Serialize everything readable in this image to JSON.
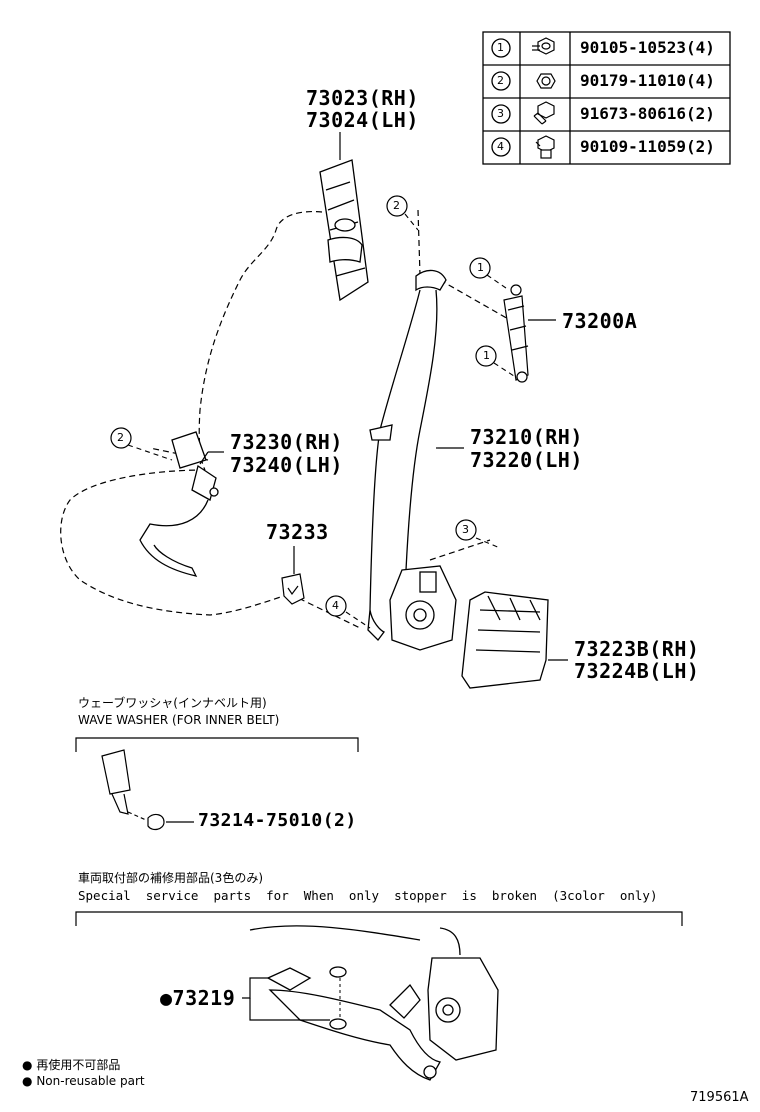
{
  "fastener_table": [
    {
      "ref": "1",
      "part": "90105-10523(4)"
    },
    {
      "ref": "2",
      "part": "90179-11010(4)"
    },
    {
      "ref": "3",
      "part": "91673-80616(2)"
    },
    {
      "ref": "4",
      "part": "90109-11059(2)"
    }
  ],
  "parts": {
    "cover_rh": "73023(RH)",
    "cover_lh": "73024(LH)",
    "adjuster": "73200A",
    "buckle_rh": "73230(RH)",
    "buckle_lh": "73240(LH)",
    "belt_rh": "73210(RH)",
    "belt_lh": "73220(LH)",
    "clip": "73233",
    "retractor_cover_rh": "73223B(RH)",
    "retractor_cover_lh": "73224B(LH)",
    "wave_washer_part": "73214-75010(2)",
    "stopper_part": "73219"
  },
  "callouts": {
    "c1": "1",
    "c2": "2",
    "c3": "3",
    "c4": "4"
  },
  "sections": {
    "wave_washer_jp": "ウェーブワッシャ(インナベルト用)",
    "wave_washer_en": "WAVE WASHER (FOR INNER BELT)",
    "special_jp": "車両取付部の補修用部品(3色のみ)",
    "special_en": "Special  service  parts  for  When  only  stopper  is  broken  (3color  only)"
  },
  "legend": {
    "bullet": "●",
    "jp": "再使用不可部品",
    "en": "Non-reusable part"
  },
  "diagram_id": "719561A"
}
